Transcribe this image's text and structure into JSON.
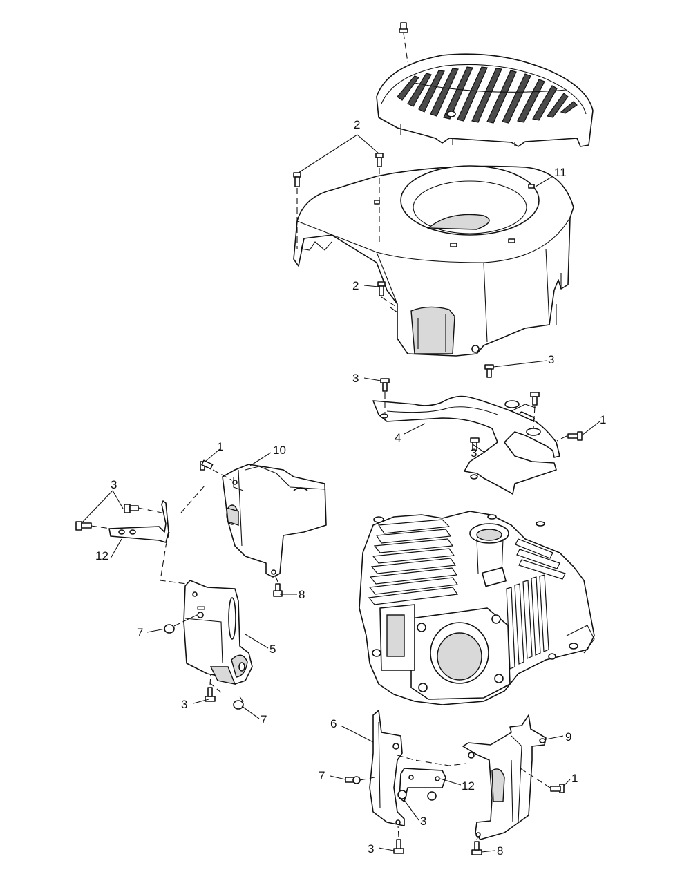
{
  "callouts": [
    {
      "id": "c2a",
      "label": "2"
    },
    {
      "id": "c11",
      "label": "11"
    },
    {
      "id": "c2b",
      "label": "2"
    },
    {
      "id": "c3a",
      "label": "3"
    },
    {
      "id": "c3b",
      "label": "3"
    },
    {
      "id": "c1a",
      "label": "1"
    },
    {
      "id": "c4",
      "label": "4"
    },
    {
      "id": "c3c",
      "label": "3"
    },
    {
      "id": "c1b",
      "label": "1"
    },
    {
      "id": "c10",
      "label": "10"
    },
    {
      "id": "c3d",
      "label": "3"
    },
    {
      "id": "c12a",
      "label": "12"
    },
    {
      "id": "c8a",
      "label": "8"
    },
    {
      "id": "c7a",
      "label": "7"
    },
    {
      "id": "c5",
      "label": "5"
    },
    {
      "id": "c3e",
      "label": "3"
    },
    {
      "id": "c7b",
      "label": "7"
    },
    {
      "id": "c6",
      "label": "6"
    },
    {
      "id": "c9",
      "label": "9"
    },
    {
      "id": "c7c",
      "label": "7"
    },
    {
      "id": "c12b",
      "label": "12"
    },
    {
      "id": "c1c",
      "label": "1"
    },
    {
      "id": "c3f",
      "label": "3"
    },
    {
      "id": "c3g",
      "label": "3"
    },
    {
      "id": "c8b",
      "label": "8"
    }
  ]
}
